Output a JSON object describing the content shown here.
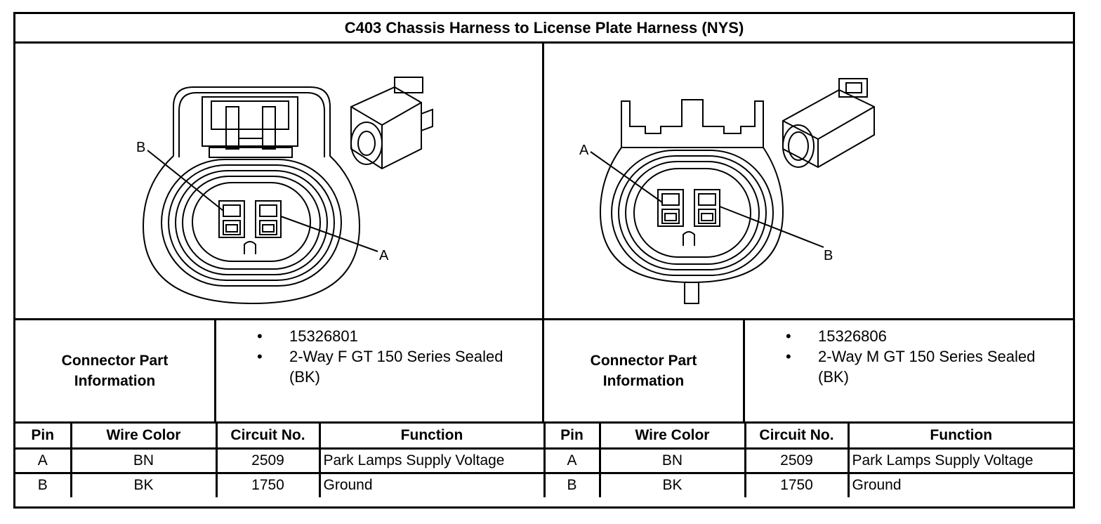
{
  "title": "C403 Chassis Harness to License Plate Harness (NYS)",
  "left": {
    "pin_labels": [
      "B",
      "A"
    ],
    "connector_info_label": "Connector Part Information",
    "part_info": [
      "15326801",
      "2-Way F GT 150 Series Sealed (BK)"
    ]
  },
  "right": {
    "pin_labels": [
      "A",
      "B"
    ],
    "connector_info_label": "Connector Part Information",
    "part_info": [
      "15326806",
      "2-Way M GT 150 Series Sealed (BK)"
    ]
  },
  "table": {
    "headers": [
      "Pin",
      "Wire Color",
      "Circuit No.",
      "Function"
    ],
    "left_rows": [
      [
        "A",
        "BN",
        "2509",
        "Park Lamps Supply Voltage"
      ],
      [
        "B",
        "BK",
        "1750",
        "Ground"
      ]
    ],
    "right_rows": [
      [
        "A",
        "BN",
        "2509",
        "Park Lamps Supply Voltage"
      ],
      [
        "B",
        "BK",
        "1750",
        "Ground"
      ]
    ]
  }
}
